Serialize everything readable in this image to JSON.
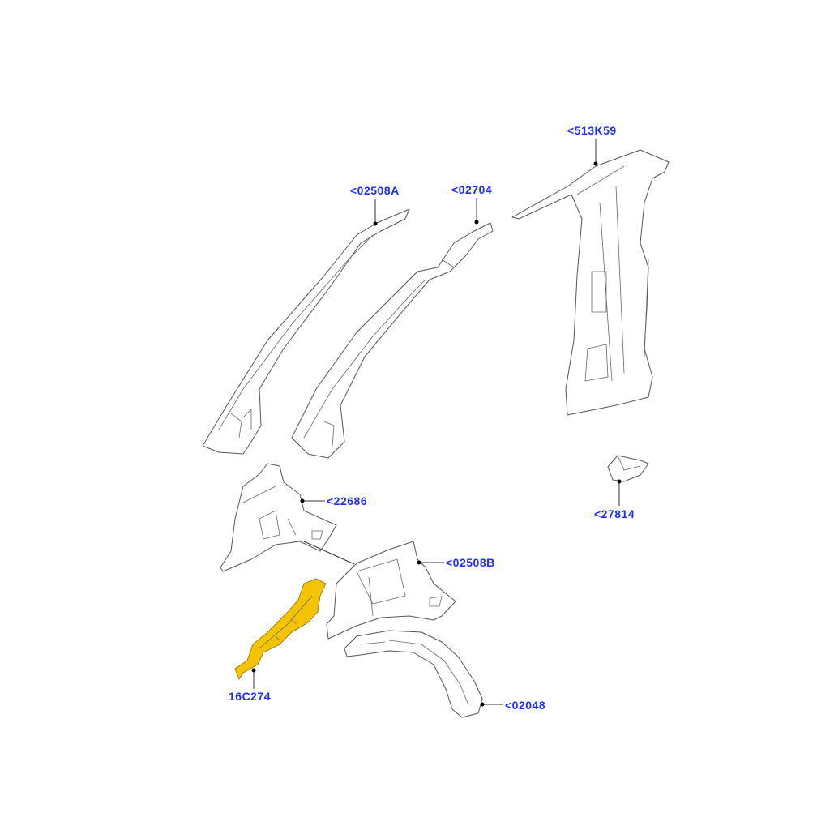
{
  "diagram": {
    "colors": {
      "label": "#1f2eff",
      "highlight": "#f5c400",
      "outline": "#555555"
    },
    "callouts": [
      {
        "id": "513K59",
        "text": "<513K59"
      },
      {
        "id": "02508A",
        "text": "<02508A"
      },
      {
        "id": "02704",
        "text": "<02704"
      },
      {
        "id": "22686",
        "text": "<22686"
      },
      {
        "id": "27814",
        "text": "<27814"
      },
      {
        "id": "02508B",
        "text": "<02508B"
      },
      {
        "id": "16C274",
        "text": "16C274",
        "highlighted": true
      },
      {
        "id": "02048",
        "text": "<02048"
      }
    ]
  }
}
